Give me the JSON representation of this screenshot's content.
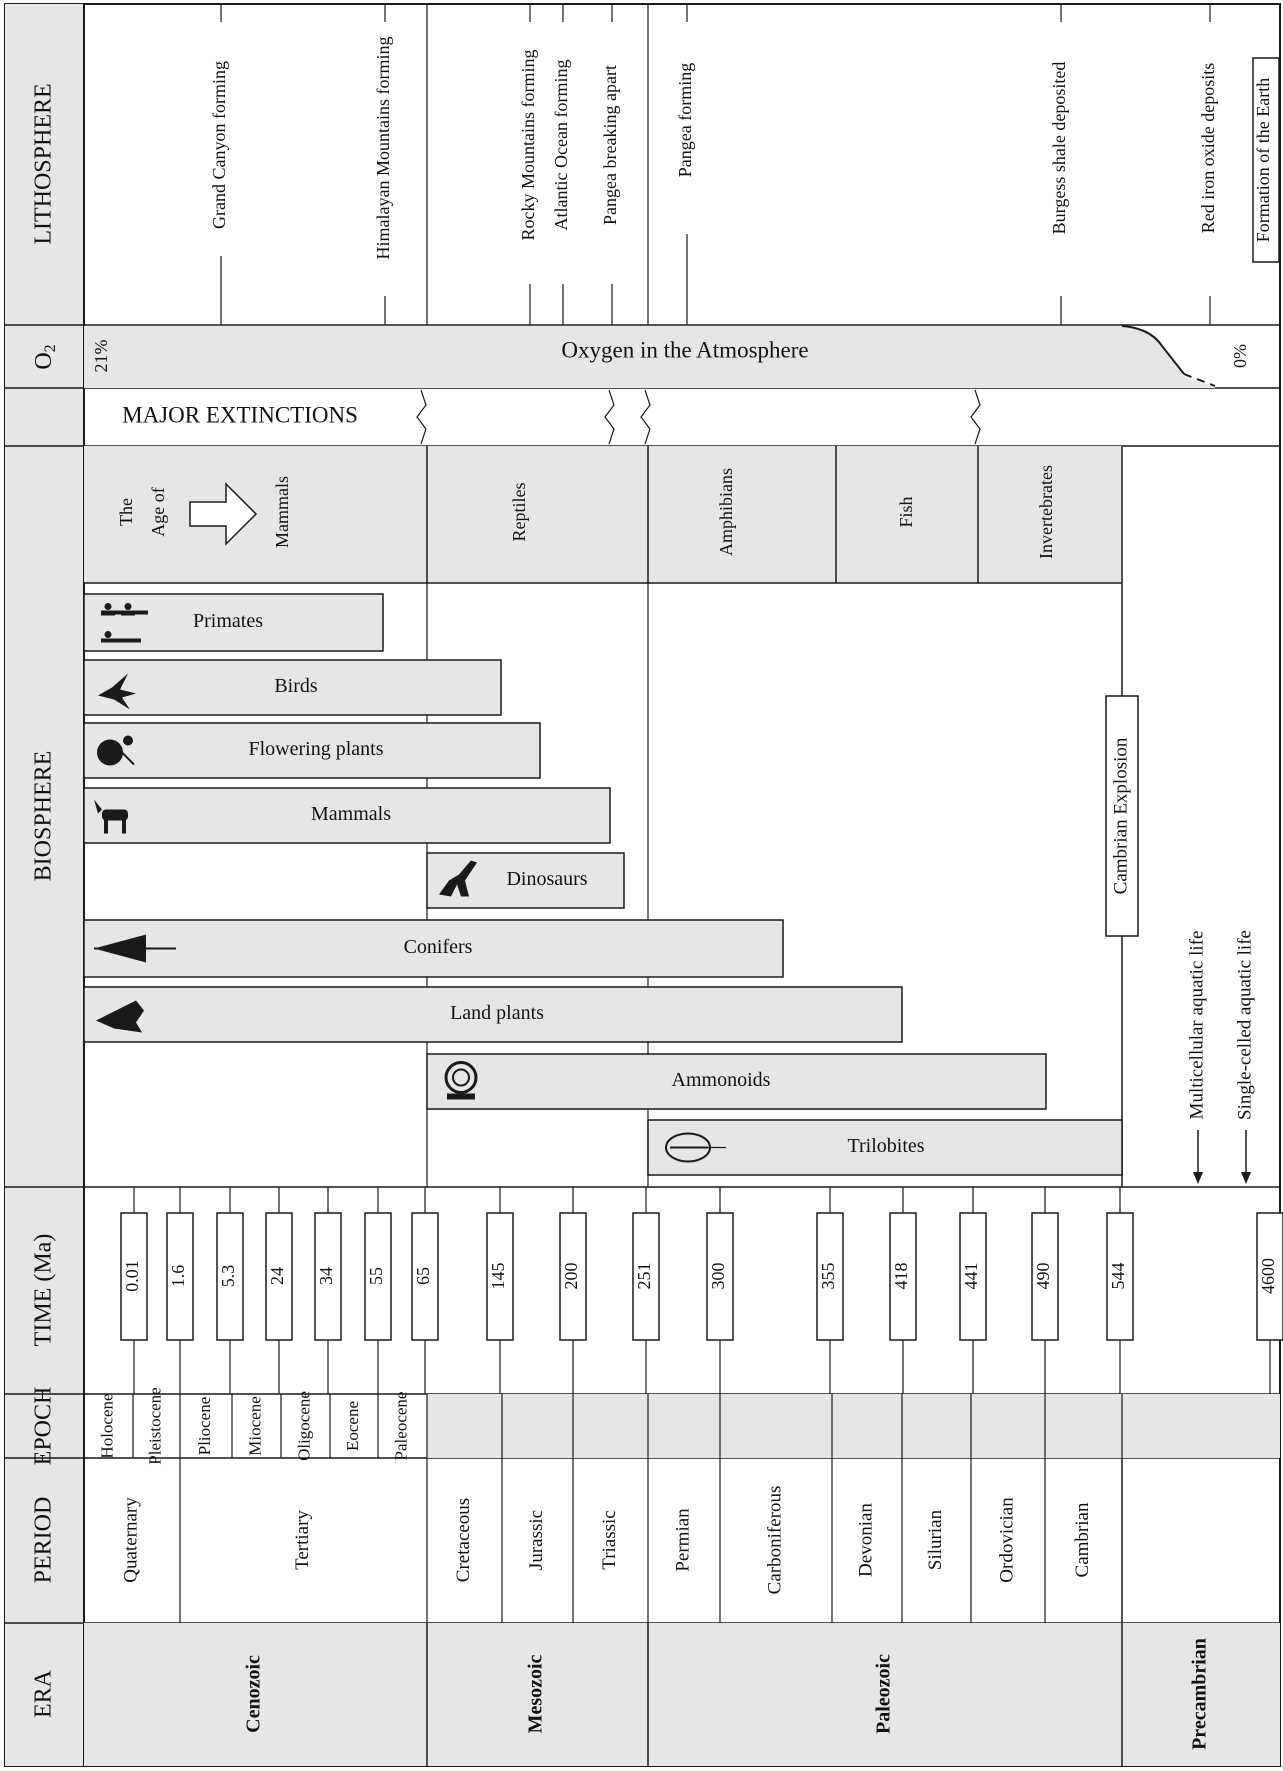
{
  "rows": {
    "era": "ERA",
    "period": "PERIOD",
    "epoch": "EPOCH",
    "time": "TIME (Ma)",
    "biosphere": "BIOSPHERE",
    "o2": "O",
    "o2_subscript": "2",
    "lithosphere": "LITHOSPHERE"
  },
  "eras": [
    {
      "name": "Cenozoic"
    },
    {
      "name": "Mesozoic"
    },
    {
      "name": "Paleozoic"
    },
    {
      "name": "Precambrian"
    }
  ],
  "periods": [
    {
      "name": "Quaternary"
    },
    {
      "name": "Tertiary"
    },
    {
      "name": "Cretaceous"
    },
    {
      "name": "Jurassic"
    },
    {
      "name": "Triassic"
    },
    {
      "name": "Permian"
    },
    {
      "name": "Carboniferous"
    },
    {
      "name": "Devonian"
    },
    {
      "name": "Silurian"
    },
    {
      "name": "Ordovician"
    },
    {
      "name": "Cambrian"
    }
  ],
  "epochs": [
    {
      "name": "Holocene"
    },
    {
      "name": "Pleistocene"
    },
    {
      "name": "Pliocene"
    },
    {
      "name": "Miocene"
    },
    {
      "name": "Oligocene"
    },
    {
      "name": "Eocene"
    },
    {
      "name": "Paleocene"
    }
  ],
  "times": [
    "0.01",
    "1.6",
    "5.3",
    "24",
    "34",
    "55",
    "65",
    "145",
    "200",
    "251",
    "300",
    "355",
    "418",
    "441",
    "490",
    "544",
    "4600"
  ],
  "age_of": {
    "prefix": "The",
    "middle": "Age of",
    "mammals": "Mammals",
    "reptiles": "Reptiles",
    "amphibians": "Amphibians",
    "fish": "Fish",
    "invertebrates": "Invertebrates"
  },
  "life_bars": [
    {
      "label": "Primates",
      "icon": "primates-icon"
    },
    {
      "label": "Birds",
      "icon": "bird-icon"
    },
    {
      "label": "Flowering plants",
      "icon": "flowering-plant-icon"
    },
    {
      "label": "Mammals",
      "icon": "mammal-icon"
    },
    {
      "label": "Dinosaurs",
      "icon": "dinosaur-icon"
    },
    {
      "label": "Conifers",
      "icon": "conifer-icon"
    },
    {
      "label": "Land plants",
      "icon": "fern-icon"
    },
    {
      "label": "Ammonoids",
      "icon": "ammonite-icon"
    },
    {
      "label": "Trilobites",
      "icon": "trilobite-icon"
    }
  ],
  "cambrian_explosion": "Cambrian Explosion",
  "aquatic": {
    "multicellular": "Multicellular aquatic life",
    "single": "Single-celled aquatic life"
  },
  "extinctions_label": "MAJOR EXTINCTIONS",
  "oxygen": {
    "label": "Oxygen in the Atmosphere",
    "high": "21%",
    "low": "0%"
  },
  "lithosphere_events": [
    {
      "label": "Grand Canyon forming"
    },
    {
      "label": "Himalayan Mountains forming"
    },
    {
      "label": "Rocky Mountains forming"
    },
    {
      "label": "Atlantic Ocean forming"
    },
    {
      "label": "Pangea breaking apart"
    },
    {
      "label": "Pangea forming"
    },
    {
      "label": "Burgess shale deposited"
    },
    {
      "label": "Red iron oxide deposits"
    },
    {
      "label": "Formation of the Earth"
    }
  ],
  "colors": {
    "fill": "#e6e6e6",
    "line": "#1a1a1a",
    "white": "#ffffff"
  }
}
